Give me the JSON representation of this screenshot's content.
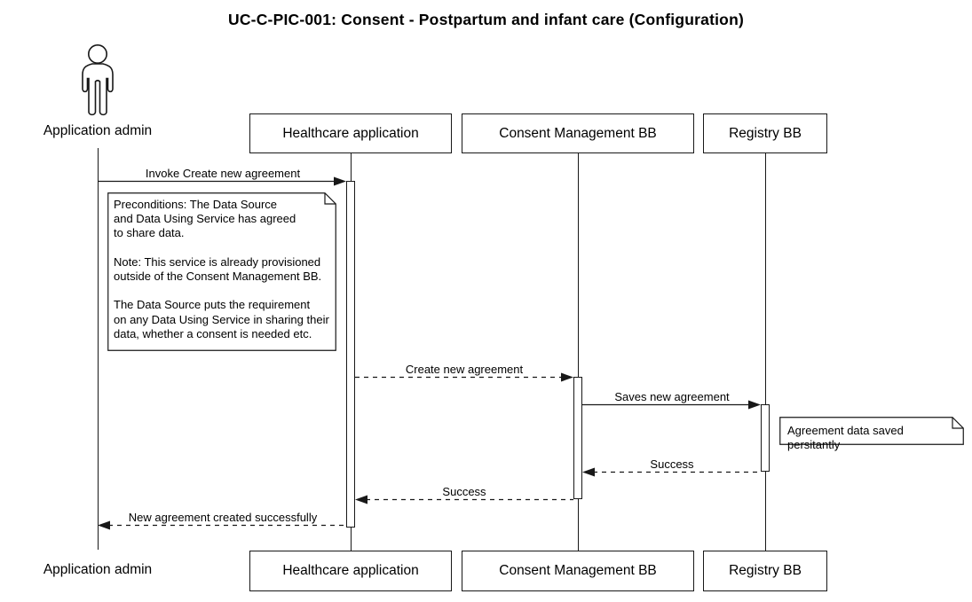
{
  "title": "UC-C-PIC-001: Consent - Postpartum and infant care (Configuration)",
  "actor": {
    "label": "Application admin"
  },
  "participants": [
    {
      "label": "Healthcare application"
    },
    {
      "label": "Consent Management BB"
    },
    {
      "label": "Registry BB"
    }
  ],
  "messages": [
    {
      "label": "Invoke Create new agreement",
      "from": "Application admin",
      "to": "Healthcare application",
      "line": "solid"
    },
    {
      "label": "Create new agreement",
      "from": "Healthcare application",
      "to": "Consent Management BB",
      "line": "dashed"
    },
    {
      "label": "Saves new agreement",
      "from": "Consent Management BB",
      "to": "Registry BB",
      "line": "solid"
    },
    {
      "label": "Success",
      "from": "Registry BB",
      "to": "Consent Management BB",
      "line": "dashed"
    },
    {
      "label": "Success",
      "from": "Consent Management BB",
      "to": "Healthcare application",
      "line": "dashed"
    },
    {
      "label": "New agreement created successfully",
      "from": "Healthcare application",
      "to": "Application admin",
      "line": "dashed"
    }
  ],
  "notes": [
    {
      "text": "Preconditions: The Data Source\nand Data Using Service has agreed\nto share data.\n\nNote: This service is already provisioned\noutside of the Consent Management BB.\n\nThe Data Source puts the requirement\non any Data Using Service in sharing their\ndata, whether a consent is needed etc."
    },
    {
      "text": "Agreement data saved persitantly"
    }
  ],
  "colors": {
    "line": "#181818",
    "background": "#ffffff",
    "text": "#000000"
  }
}
